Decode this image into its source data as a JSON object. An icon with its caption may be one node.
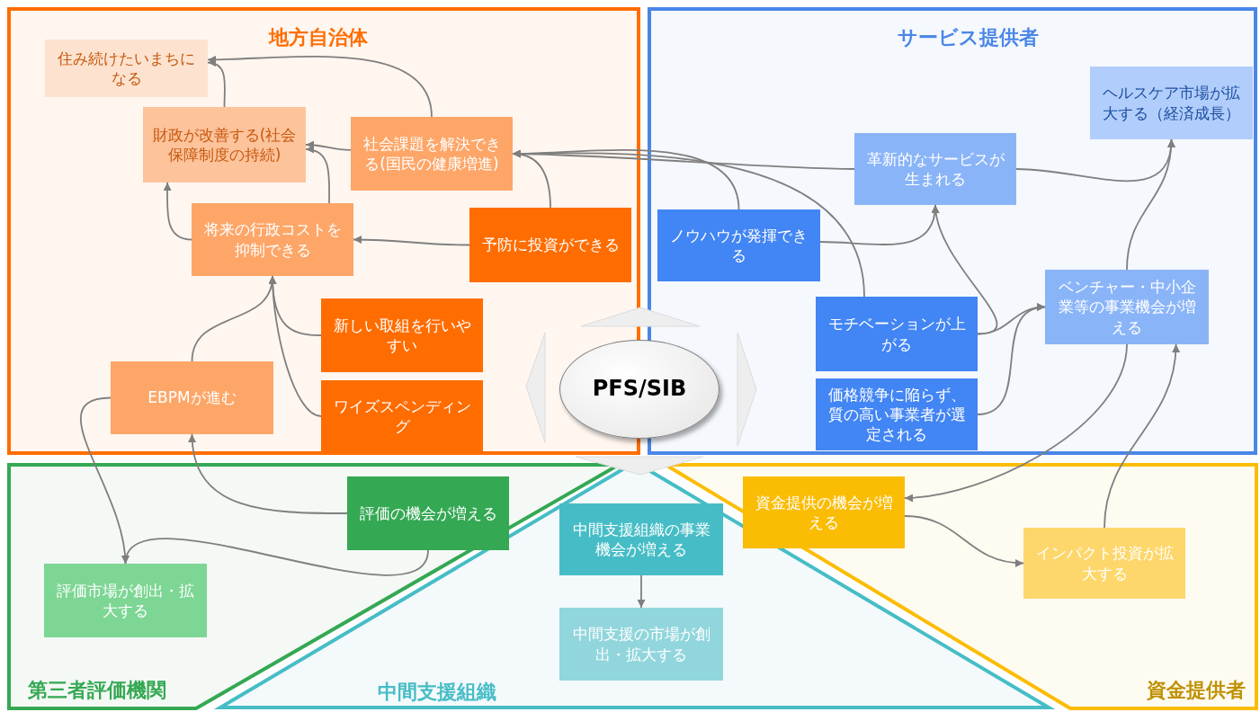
{
  "diagram": {
    "nodes": [
      {
        "text": [
          "地方自治体"
        ]
      },
      {
        "text": [
          "サービス提供者"
        ]
      },
      {
        "text": [
          "第三者評価機関"
        ]
      },
      {
        "text": [
          "中間支援組織"
        ]
      },
      {
        "text": [
          "資金提供者"
        ]
      },
      {
        "text": [
          "住み続けたいまちになる"
        ],
        "in": 0
      },
      {
        "text": [
          "財政が改善する(社会保障制度の持続)"
        ],
        "in": 0
      },
      {
        "text": [
          "社会課題を解決できる(国民の健康増進)"
        ],
        "in": 0
      },
      {
        "text": [
          "将来の行政コストを抑制できる"
        ],
        "in": 0
      },
      {
        "text": [
          "予防に投資ができる"
        ],
        "in": 0
      },
      {
        "text": [
          "新しい取組を行いやすい"
        ],
        "in": 0
      },
      {
        "text": [
          "EBPMが進む"
        ],
        "in": 0
      },
      {
        "text": [
          "ワイズスペンディング"
        ],
        "in": 0
      },
      {
        "text": [
          "ヘルスケア市場が拡大する（経済成長）"
        ],
        "in": 1
      },
      {
        "text": [
          "革新的なサービスが生まれる"
        ],
        "in": 1
      },
      {
        "text": [
          "ノウハウが発揮できる"
        ],
        "in": 1
      },
      {
        "text": [
          "ベンチャー・中小企業等の事業機会が増える"
        ],
        "in": 1
      },
      {
        "text": [
          "モチベーションが上がる"
        ],
        "in": 1
      },
      {
        "text": [
          "価格競争に陥らず、質の高い事業者が選定される"
        ],
        "in": 1
      },
      {
        "text": [
          "PFS/SIB"
        ]
      },
      {
        "text": [
          "評価の機会が増える"
        ],
        "in": 2
      },
      {
        "text": [
          "中間支援組織の事業機会が増える"
        ],
        "in": 3
      },
      {
        "text": [
          "資金提供の機会が増える"
        ],
        "in": 4
      },
      {
        "text": [
          "評価市場が創出・拡大する"
        ],
        "in": 2
      },
      {
        "text": [
          "インパクト投資が拡大する"
        ],
        "in": 4
      },
      {
        "text": [
          "中間支援の市場が創出・拡大する"
        ],
        "in": 3
      }
    ],
    "edges": [
      {
        "from": 6,
        "to": 5,
        "arrow": "to"
      },
      {
        "from": 7,
        "to": 5,
        "arrow": "to"
      },
      {
        "from": 7,
        "to": 6,
        "arrow": "to"
      },
      {
        "from": 8,
        "to": 6,
        "arrow": "to"
      },
      {
        "from": 8,
        "to": 6,
        "arrow": "to"
      },
      {
        "from": 9,
        "to": 8,
        "arrow": "to"
      },
      {
        "from": 9,
        "to": 7,
        "arrow": "to"
      },
      {
        "from": 11,
        "to": 8,
        "arrow": "to"
      },
      {
        "from": 10,
        "to": 8,
        "arrow": "to"
      },
      {
        "from": 12,
        "to": 8,
        "arrow": "to"
      },
      {
        "from": 14,
        "to": 7,
        "arrow": "to"
      },
      {
        "from": 15,
        "to": 7,
        "arrow": "to"
      },
      {
        "from": 17,
        "to": 7,
        "arrow": "to"
      },
      {
        "from": 15,
        "to": 14,
        "arrow": "to"
      },
      {
        "from": 17,
        "to": 14,
        "arrow": "to"
      },
      {
        "from": 17,
        "to": 16,
        "arrow": "to"
      },
      {
        "from": 18,
        "to": 16,
        "arrow": "to"
      },
      {
        "from": 14,
        "to": 13,
        "arrow": "to"
      },
      {
        "from": 16,
        "to": 13,
        "arrow": "to"
      },
      {
        "from": 16,
        "to": 22,
        "arrow": "to"
      },
      {
        "from": 22,
        "to": 24,
        "arrow": "to"
      },
      {
        "from": 24,
        "to": 16,
        "arrow": "to"
      },
      {
        "from": 20,
        "to": 11,
        "arrow": "to"
      },
      {
        "from": 20,
        "to": 23,
        "arrow": "to"
      },
      {
        "from": 11,
        "to": 23,
        "arrow": "to"
      },
      {
        "from": 21,
        "to": 25,
        "arrow": "to"
      },
      {
        "from": 19,
        "to": null,
        "arrow": "to"
      },
      {
        "from": 19,
        "to": null,
        "arrow": "to"
      },
      {
        "from": 19,
        "to": null,
        "arrow": "to"
      },
      {
        "from": 19,
        "to": null,
        "arrow": "to"
      }
    ]
  }
}
